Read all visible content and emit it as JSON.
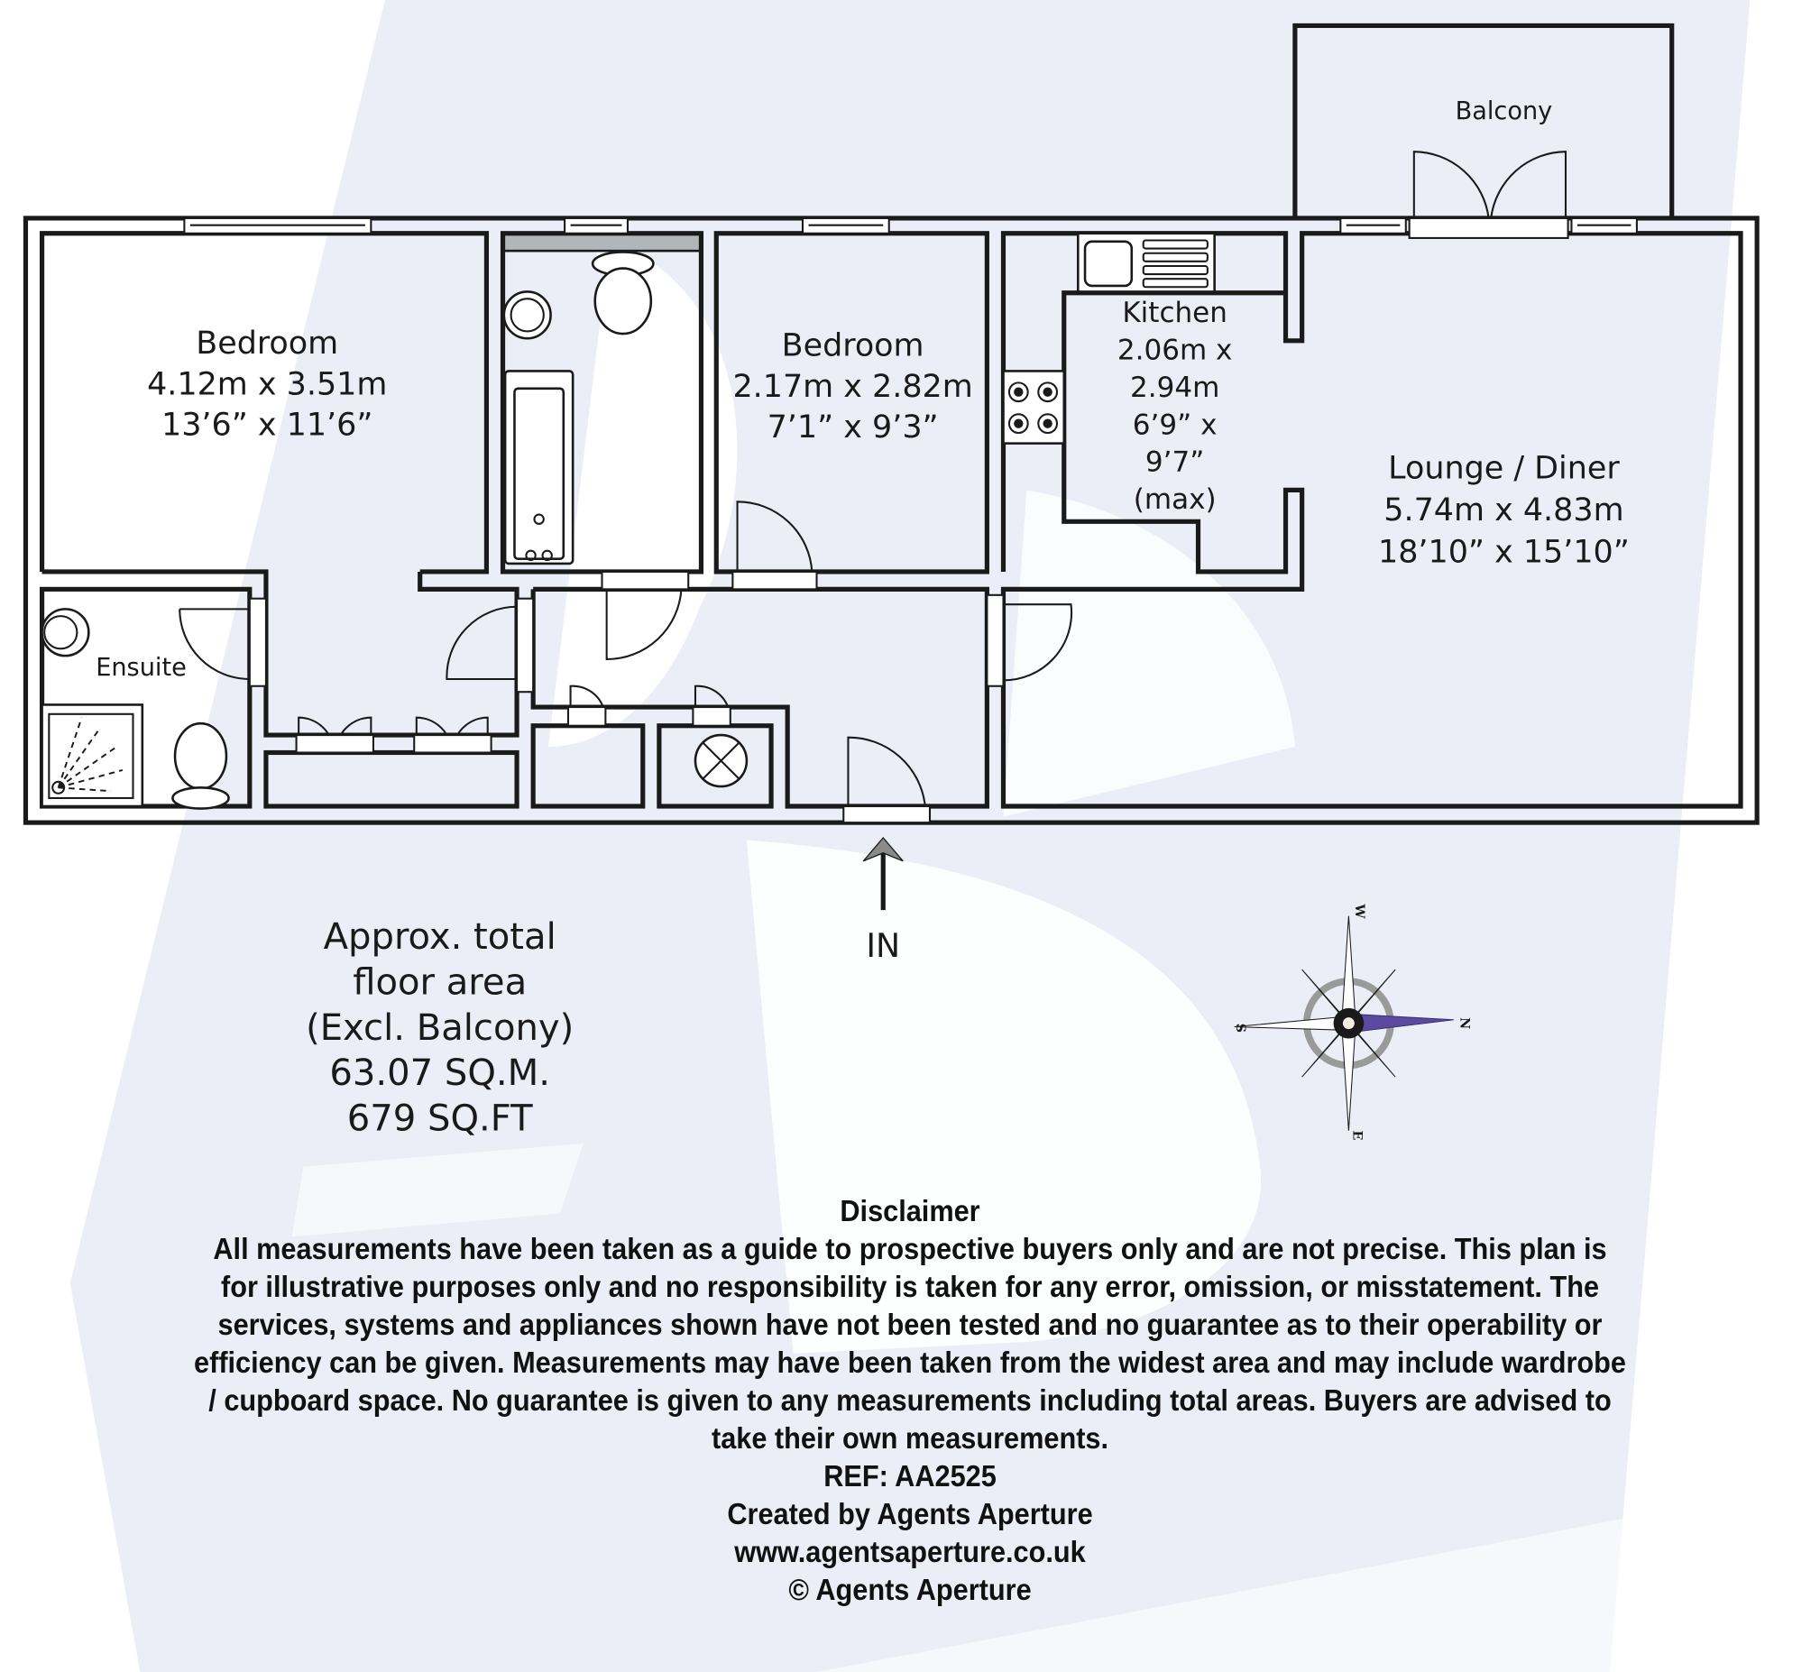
{
  "rooms": {
    "bedroom1": {
      "name": "Bedroom",
      "metric": "4.12m x 3.51m",
      "imperial": "13’6” x 11’6”"
    },
    "bedroom2": {
      "name": "Bedroom",
      "metric": "2.17m x 2.82m",
      "imperial": "7’1” x 9’3”"
    },
    "kitchen": {
      "name": "Kitchen",
      "lines": [
        "2.06m x",
        "2.94m",
        "6’9” x",
        "9’7”",
        "(max)"
      ]
    },
    "lounge": {
      "name": "Lounge / Diner",
      "metric": "5.74m x 4.83m",
      "imperial": "18’10” x 15’10”"
    },
    "ensuite": {
      "name": "Ensuite"
    },
    "balcony": {
      "name": "Balcony"
    }
  },
  "entrance_label": "IN",
  "floor_area": {
    "lines": [
      "Approx. total",
      "floor area",
      "(Excl. Balcony)",
      "63.07 SQ.M.",
      "679 SQ.FT"
    ]
  },
  "compass": {
    "north": "N",
    "south": "S",
    "east": "E",
    "west": "W",
    "needle_color": "#5b4a9e"
  },
  "disclaimer": {
    "title": "Disclaimer",
    "lines": [
      "All measurements have been taken as a guide to prospective buyers only and are not precise. This plan is",
      "for illustrative purposes only and no responsibility is taken for any error, omission, or misstatement. The",
      "services, systems and appliances shown have not been tested and no guarantee as to their operability or",
      "efficiency can be given. Measurements may have been taken from the widest area and may include wardrobe",
      "/ cupboard space. No guarantee is given to any measurements including total areas. Buyers are advised to",
      "take their own measurements."
    ],
    "ref": "REF: AA2525",
    "created_by": "Created by Agents Aperture",
    "website": "www.agentsaperture.co.uk",
    "copyright": "© Agents Aperture"
  },
  "colors": {
    "watermark": "#e9ecf5",
    "wall": "#1a1a1a",
    "shelf": "#b2b5ba"
  }
}
